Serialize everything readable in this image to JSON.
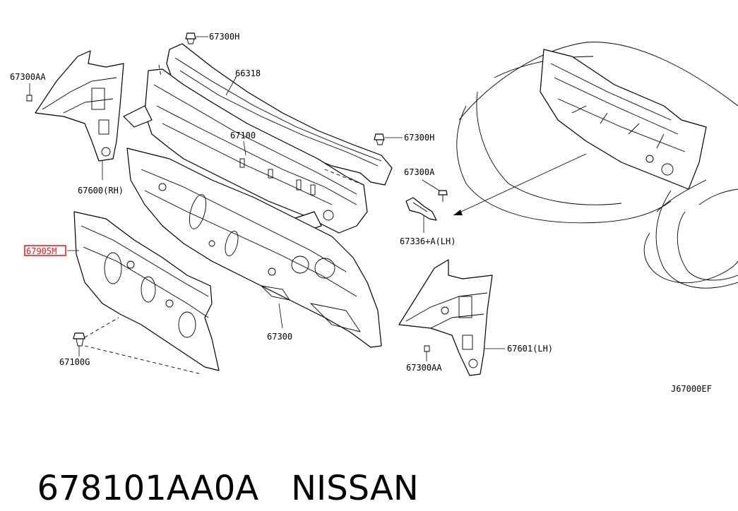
{
  "diagram": {
    "code": "J67000EF",
    "callouts": {
      "c67300H_top": "67300H",
      "c66318": "66318",
      "c67300AA_left": "67300AA",
      "c67100": "67100",
      "c67300H_right": "67300H",
      "c67300A": "67300A",
      "c67600": "67600(RH)",
      "c67336": "67336+A(LH)",
      "c67905M": "67905M",
      "c67300": "67300",
      "c67601": "67601(LH)",
      "c67100G": "67100G",
      "c67300AA_right": "67300AA"
    },
    "highlight_color": "#e0171d"
  },
  "footer": {
    "part_number": "678101AA0A",
    "brand": "NISSAN"
  }
}
